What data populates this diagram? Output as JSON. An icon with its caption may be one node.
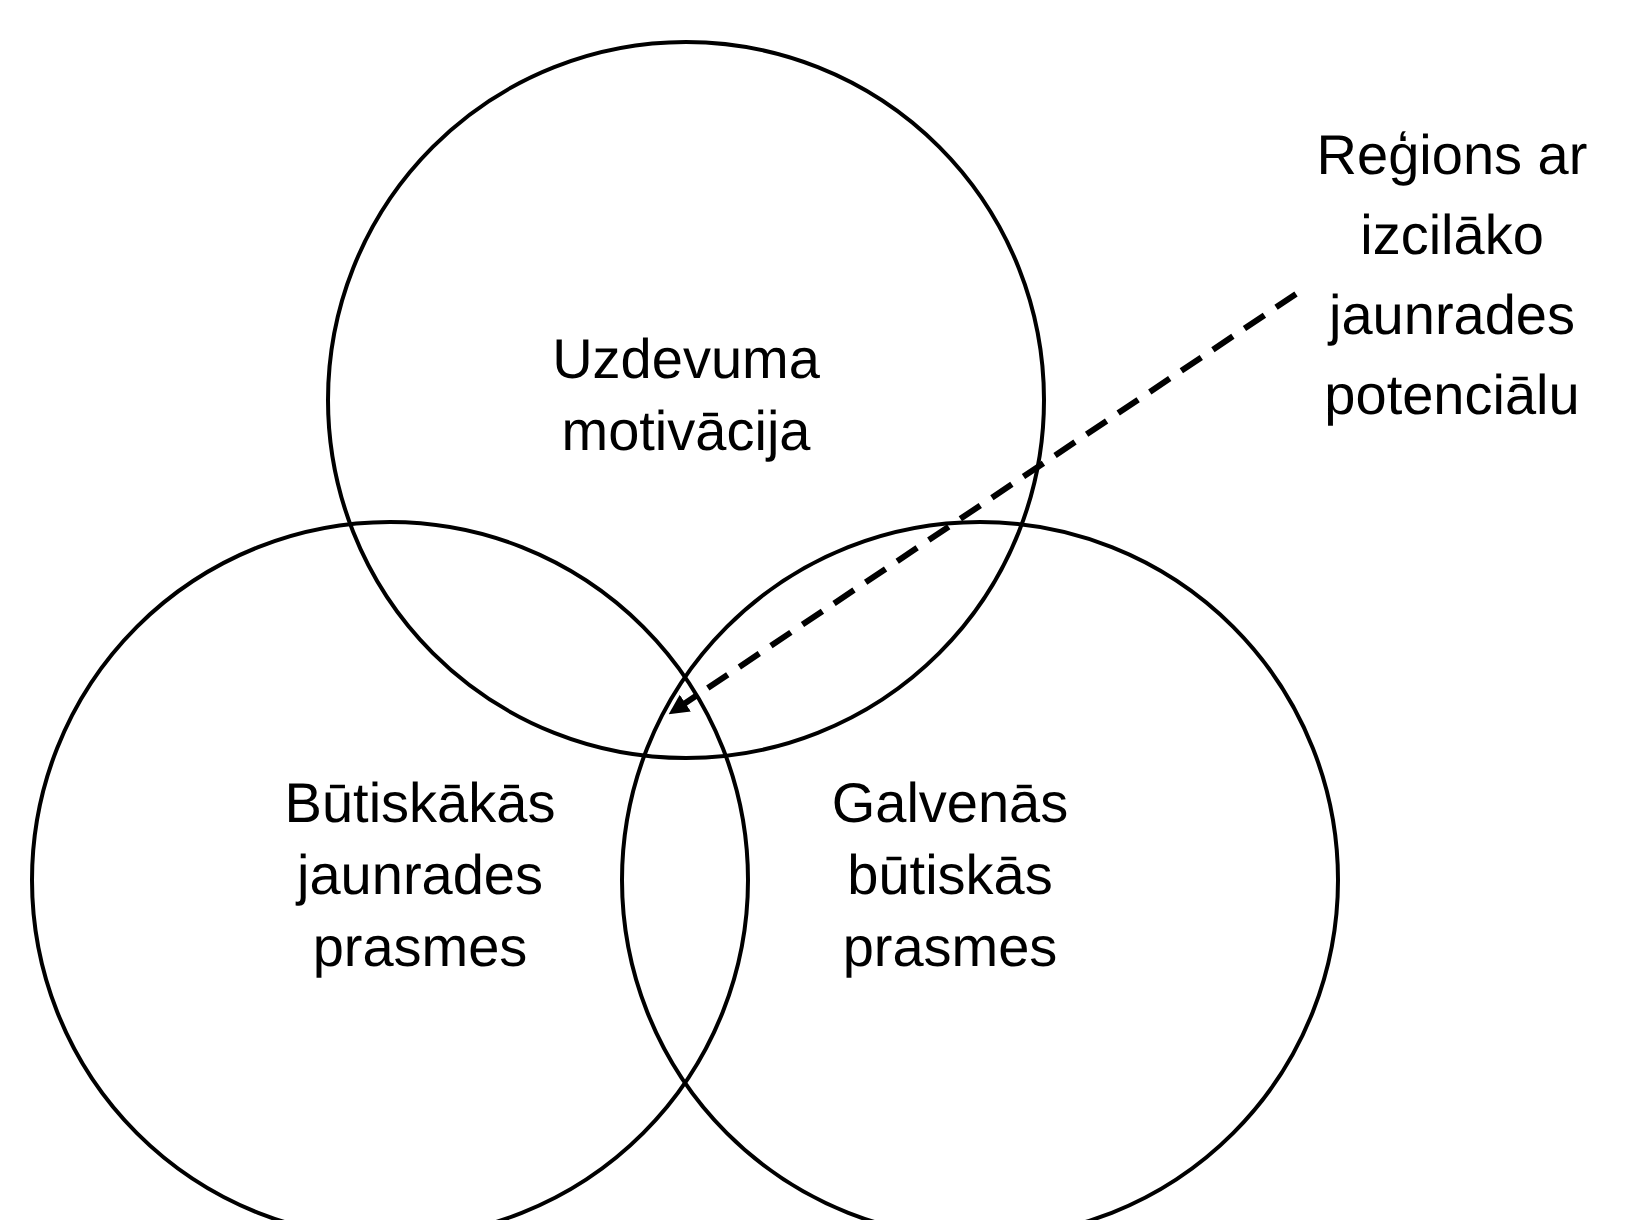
{
  "diagram": {
    "nodes": [
      {
        "text": [
          "Uzdevuma motivācija"
        ]
      },
      {
        "text": [
          "Būtiskākās jaunrades prasmes"
        ]
      },
      {
        "text": [
          "Galvenās būtiskās prasmes"
        ]
      },
      {
        "text": [
          "Reģions ar izcilāko jaunrades potenciālu"
        ]
      }
    ],
    "edges": [
      {
        "from": 3,
        "to": 0,
        "arrow": "to",
        "style": "dashed"
      }
    ]
  }
}
